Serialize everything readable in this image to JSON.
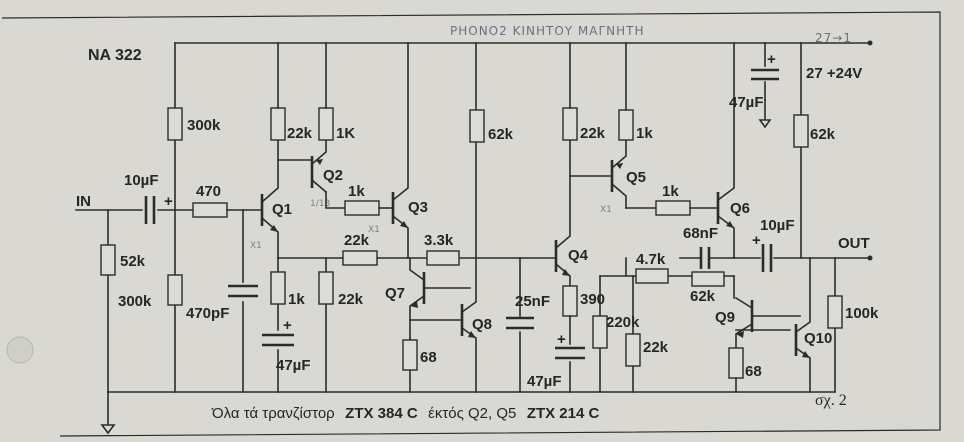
{
  "diagram": {
    "model": "NA 322",
    "handwritten_title": "PHONO2  ΚΙΝΗΤΟΥ  ΜΑΓΝΗΤΗ",
    "handwritten_corner": "27→1",
    "input_label": "IN",
    "output_label": "OUT",
    "supply_label": "27 +24V",
    "figure_label": "σχ. 2",
    "footnote_prefix": "Όλα τά τρανζίστορ",
    "footnote_part1": "ZTX 384 C",
    "footnote_mid": "έκτός Q2, Q5",
    "footnote_part2": "ZTX 214 C",
    "handwritten_marks": [
      "X1",
      "X1",
      "1/13",
      "X1"
    ],
    "transistors": [
      "Q1",
      "Q2",
      "Q3",
      "Q4",
      "Q5",
      "Q6",
      "Q7",
      "Q8",
      "Q9",
      "Q10"
    ],
    "resistors": {
      "r_in": "470",
      "r_in_gnd": "52k",
      "r_bias_top": "300k",
      "r_bias_bot": "300k",
      "r_q1c": "22k",
      "r_q2e": "1K",
      "r_q1q3": "1k",
      "r_fb1": "22k",
      "r_q3e": "3.3k",
      "r_q1e": "1k",
      "r_q7": "22k",
      "r_q8": "68",
      "r_top_mid": "62k",
      "r_q4c": "22k",
      "r_q5e": "1k",
      "r_q5q6": "1k",
      "r_q4e": "390",
      "r_fb2": "4.7k",
      "r_fb3": "62k",
      "r_220": "220k",
      "r_q4b": "22k",
      "r_q9": "68",
      "r_out": "100k",
      "r_right_top": "62k"
    },
    "capacitors": {
      "c_in": "10µF",
      "c_470p": "470pF",
      "c_47a": "47µF",
      "c_25n": "25nF",
      "c_47b": "47µF",
      "c_68n": "68nF",
      "c_out": "10µF",
      "c_47top": "47µF"
    },
    "polarity_marks": {
      "plus": "+",
      "minus": "-"
    }
  }
}
